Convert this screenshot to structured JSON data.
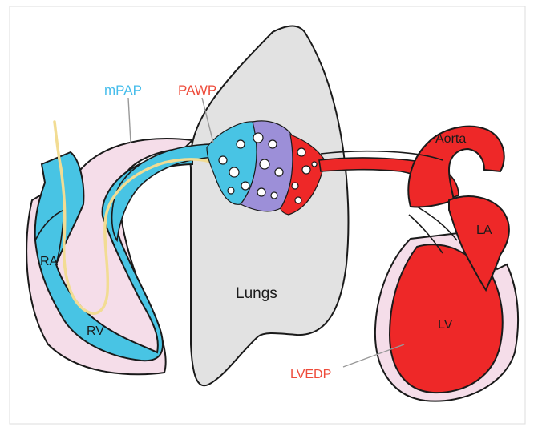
{
  "labels": {
    "mpap": "mPAP",
    "pawp": "PAWP",
    "aorta": "Aorta",
    "la": "LA",
    "lv": "LV",
    "lvedp": "LVEDP",
    "ra": "RA",
    "rv": "RV",
    "lungs": "Lungs"
  },
  "colors": {
    "right_heart": "#48c4e4",
    "left_heart": "#ee2828",
    "pericardium": "#f5dde9",
    "lungs": "#e2e2e2",
    "capillary_venous": "#9c8fd8",
    "catheter": "#f2dc93",
    "mpap_label": "#46bdeb",
    "pressure_label": "#ee4b3a",
    "outline": "#1a1a1a"
  }
}
